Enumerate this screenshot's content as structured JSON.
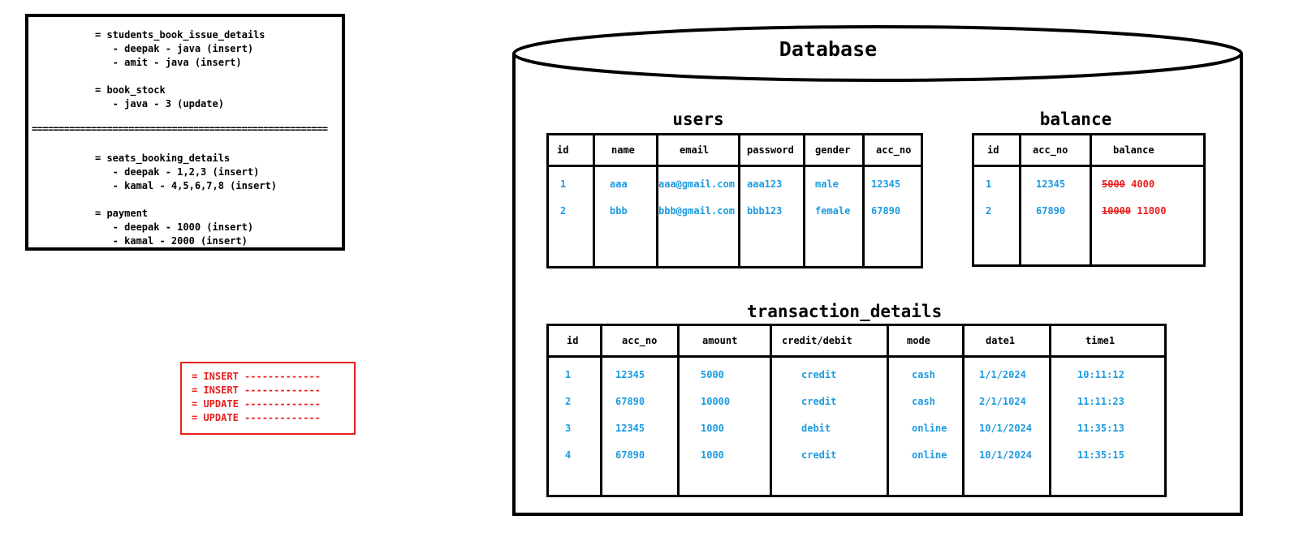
{
  "notes": {
    "block1": "= students_book_issue_details\n   - deepak - java (insert)\n   - amit - java (insert)\n\n= book_stock\n   - java - 3 (update)",
    "separator": "=======================================================",
    "block2": "= seats_booking_details\n   - deepak - 1,2,3 (insert)\n   - kamal - 4,5,6,7,8 (insert)\n\n= payment\n   - deepak - 1000 (insert)\n   - kamal - 2000 (insert)"
  },
  "ops": {
    "text": "= INSERT -------------\n= INSERT -------------\n= UPDATE -------------\n= UPDATE -------------"
  },
  "database": {
    "title": "Database",
    "users": {
      "title": "users",
      "columns": [
        "id",
        "name",
        "email",
        "password",
        "gender",
        "acc_no"
      ],
      "rows": [
        [
          "1",
          "aaa",
          "aaa@gmail.com",
          "aaa123",
          "male",
          "12345"
        ],
        [
          "2",
          "bbb",
          "bbb@gmail.com",
          "bbb123",
          "female",
          "67890"
        ]
      ]
    },
    "balance": {
      "title": "balance",
      "columns": [
        "id",
        "acc_no",
        "balance"
      ],
      "rows": [
        {
          "id": "1",
          "acc_no": "12345",
          "old": "5000",
          "new": "4000"
        },
        {
          "id": "2",
          "acc_no": "67890",
          "old": "10000",
          "new": "11000"
        }
      ]
    },
    "transactions": {
      "title": "transaction_details",
      "columns": [
        "id",
        "acc_no",
        "amount",
        "credit/debit",
        "mode",
        "date1",
        "time1"
      ],
      "rows": [
        [
          "1",
          "12345",
          "5000",
          "credit",
          "cash",
          "1/1/2024",
          "10:11:12"
        ],
        [
          "2",
          "67890",
          "10000",
          "credit",
          "cash",
          "2/1/1024",
          "11:11:23"
        ],
        [
          "3",
          "12345",
          "1000",
          "debit",
          "online",
          "10/1/2024",
          "11:35:13"
        ],
        [
          "4",
          "67890",
          "1000",
          "credit",
          "online",
          "10/1/2024",
          "11:35:15"
        ]
      ]
    }
  },
  "colors": {
    "value_text": "#1d9be0",
    "changed_text": "#e8201e",
    "line": "#000000"
  }
}
